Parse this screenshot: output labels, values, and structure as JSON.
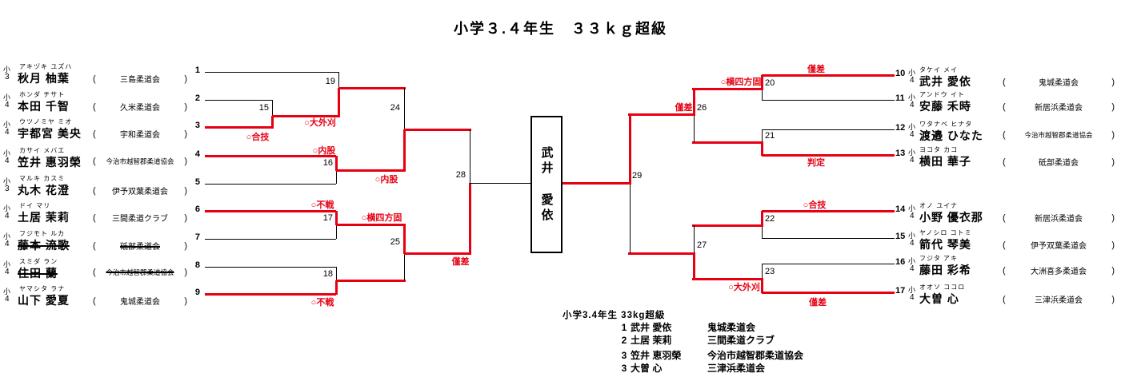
{
  "title": "小学３.４年生　３３ｋｇ超級",
  "grade_tag": "小",
  "paren_open": "(",
  "paren_close": ")",
  "colors": {
    "winner_path": "#e60012",
    "line": "#000000"
  },
  "champion": "武井 愛依",
  "players": [
    {
      "no": "1",
      "grade": "3",
      "kana": "アキヅキ ユズハ",
      "name": "秋月 柚葉",
      "club": "三島柔道会",
      "withdrawn": false
    },
    {
      "no": "2",
      "grade": "4",
      "kana": "ホンダ チサト",
      "name": "本田 千智",
      "club": "久米柔道会",
      "withdrawn": false
    },
    {
      "no": "3",
      "grade": "4",
      "kana": "ウツノミヤ ミオ",
      "name": "宇都宮 美央",
      "club": "宇和柔道会",
      "withdrawn": false
    },
    {
      "no": "4",
      "grade": "4",
      "kana": "カサイ メバエ",
      "name": "笠井 惠羽榮",
      "club": "今治市越智郡柔道協会",
      "withdrawn": false
    },
    {
      "no": "5",
      "grade": "3",
      "kana": "マルキ カスミ",
      "name": "丸木 花澄",
      "club": "伊予双葉柔道会",
      "withdrawn": false
    },
    {
      "no": "6",
      "grade": "4",
      "kana": "ドイ マリ",
      "name": "土居 茉莉",
      "club": "三間柔道クラブ",
      "withdrawn": false
    },
    {
      "no": "7",
      "grade": "4",
      "kana": "フジモト ルカ",
      "name": "藤本 流歌",
      "club": "砥部柔道会",
      "withdrawn": true
    },
    {
      "no": "8",
      "grade": "4",
      "kana": "スミダ ラン",
      "name": "住田 蘭",
      "club": "今治市越智郡柔道協会",
      "withdrawn": true
    },
    {
      "no": "9",
      "grade": "4",
      "kana": "ヤマシタ ラナ",
      "name": "山下 愛夏",
      "club": "鬼城柔道会",
      "withdrawn": false
    },
    {
      "no": "10",
      "grade": "4",
      "kana": "タケイ メイ",
      "name": "武井 愛依",
      "club": "鬼城柔道会",
      "withdrawn": false
    },
    {
      "no": "11",
      "grade": "4",
      "kana": "アンドウ イト",
      "name": "安藤 禾時",
      "club": "新居浜柔道会",
      "withdrawn": false
    },
    {
      "no": "12",
      "grade": "4",
      "kana": "ワタナベ ヒナタ",
      "name": "渡邉 ひなた",
      "club": "今治市越智郡柔道協会",
      "withdrawn": false
    },
    {
      "no": "13",
      "grade": "4",
      "kana": "ヨコタ カコ",
      "name": "横田 華子",
      "club": "砥部柔道会",
      "withdrawn": false
    },
    {
      "no": "14",
      "grade": "4",
      "kana": "オノ ユイナ",
      "name": "小野 優衣那",
      "club": "新居浜柔道会",
      "withdrawn": false
    },
    {
      "no": "15",
      "grade": "4",
      "kana": "ヤノシロ コトミ",
      "name": "箭代 琴美",
      "club": "伊予双葉柔道会",
      "withdrawn": false
    },
    {
      "no": "16",
      "grade": "4",
      "kana": "フジタ アキ",
      "name": "藤田 彩希",
      "club": "大洲喜多柔道会",
      "withdrawn": false
    },
    {
      "no": "17",
      "grade": "4",
      "kana": "オオソ ココロ",
      "name": "大曽 心",
      "club": "三津浜柔道会",
      "withdrawn": false
    }
  ],
  "matches": {
    "15": {
      "number": "15",
      "technique": "○合技",
      "winner": "宇都宮 美央"
    },
    "16": {
      "number": "16",
      "technique": "○内股",
      "winner": "笠井 惠羽榮"
    },
    "17": {
      "number": "17",
      "technique": "○不戦",
      "winner": "土居 茉莉"
    },
    "18": {
      "number": "18",
      "technique": "○不戦",
      "winner": "山下 愛夏"
    },
    "19": {
      "number": "19",
      "technique": "○大外刈",
      "winner": "宇都宮 美央"
    },
    "20": {
      "number": "20",
      "technique": "僅差",
      "winner": "武井 愛依"
    },
    "21": {
      "number": "21",
      "technique": "判定",
      "winner": "横田 華子"
    },
    "22": {
      "number": "22",
      "technique": "○合技",
      "winner": "小野 優衣那"
    },
    "23": {
      "number": "23",
      "technique": "僅差",
      "winner": "大曽 心"
    },
    "24": {
      "number": "24",
      "technique": "○内股",
      "winner": "笠井 惠羽榮"
    },
    "25": {
      "number": "25",
      "technique": "○横四方固",
      "winner": "土居 茉莉"
    },
    "26": {
      "number": "26",
      "technique": "○横四方固",
      "winner": "武井 愛依"
    },
    "27": {
      "number": "27",
      "technique": "○大外刈",
      "winner": "大曽 心"
    },
    "28": {
      "number": "28",
      "technique": "僅差",
      "winner": "土居 茉莉"
    },
    "29": {
      "number": "29",
      "technique": "僅差",
      "winner": "武井 愛依"
    }
  },
  "results": {
    "header": "小学3.4年生 33kg超級",
    "rows": [
      {
        "rank": "1",
        "name": "武井 愛依",
        "club": "鬼城柔道会"
      },
      {
        "rank": "2",
        "name": "土居 茉莉",
        "club": "三間柔道クラブ"
      },
      {
        "rank": "3",
        "name": "笠井 恵羽榮",
        "club": "今治市越智郡柔道協会"
      },
      {
        "rank": "3",
        "name": "大曽 心",
        "club": "三津浜柔道会"
      }
    ]
  }
}
